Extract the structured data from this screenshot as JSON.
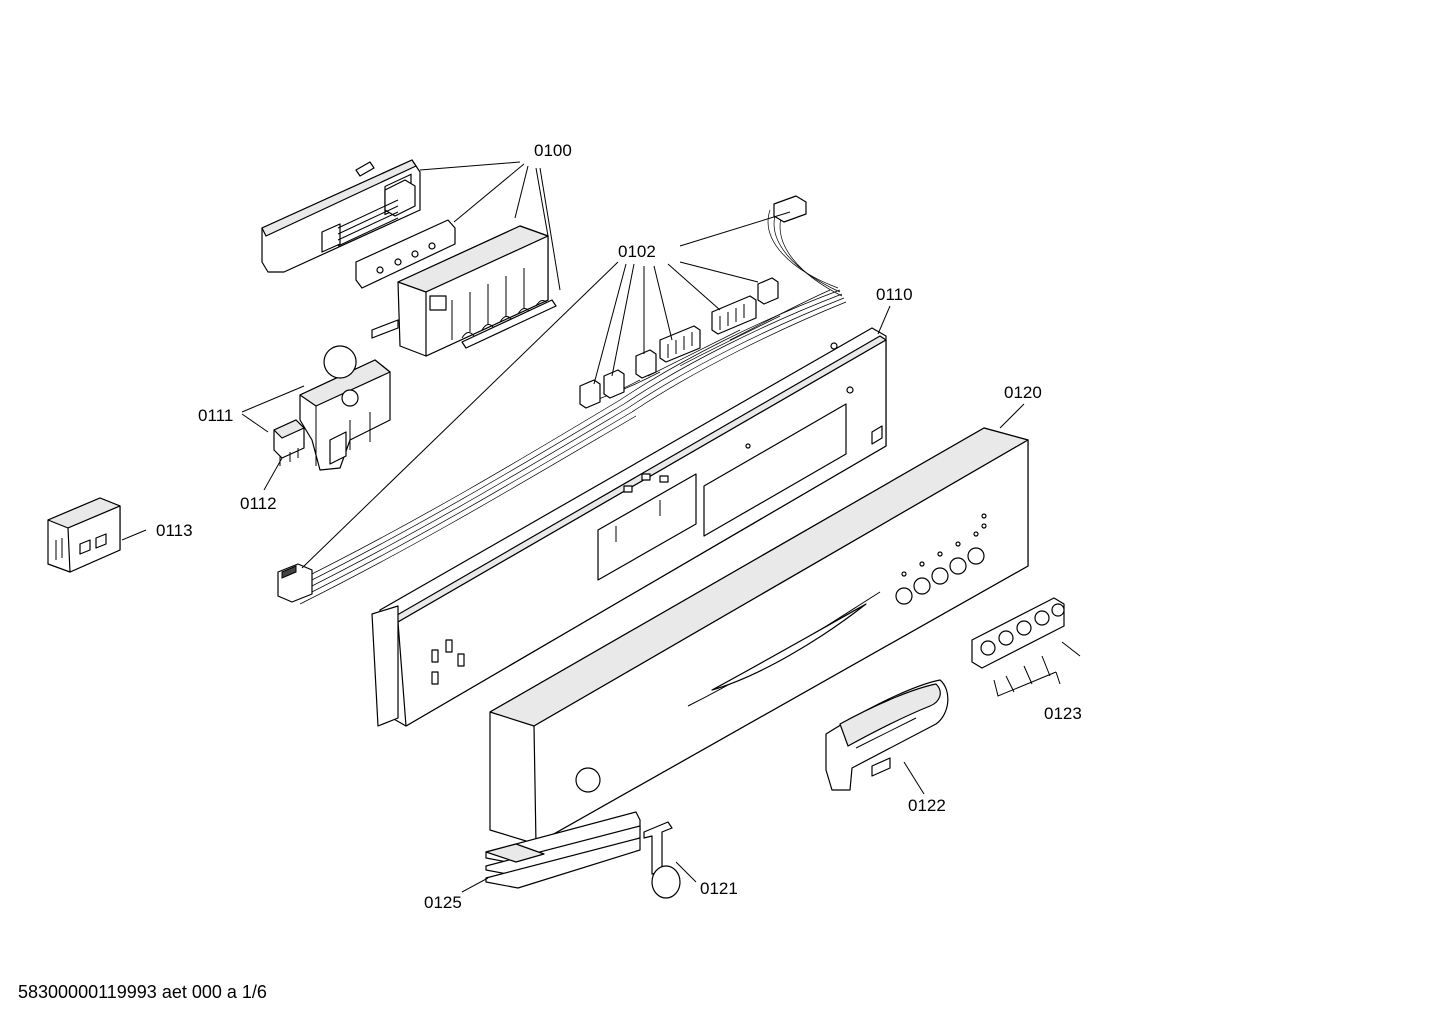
{
  "diagram": {
    "part_labels": {
      "p0100": "0100",
      "p0102": "0102",
      "p0110": "0110",
      "p0111": "0111",
      "p0112": "0112",
      "p0113": "0113",
      "p0120": "0120",
      "p0121": "0121",
      "p0122": "0122",
      "p0123": "0123",
      "p0125": "0125"
    },
    "footer": "58300000119993 aet 000 a 1/6"
  }
}
